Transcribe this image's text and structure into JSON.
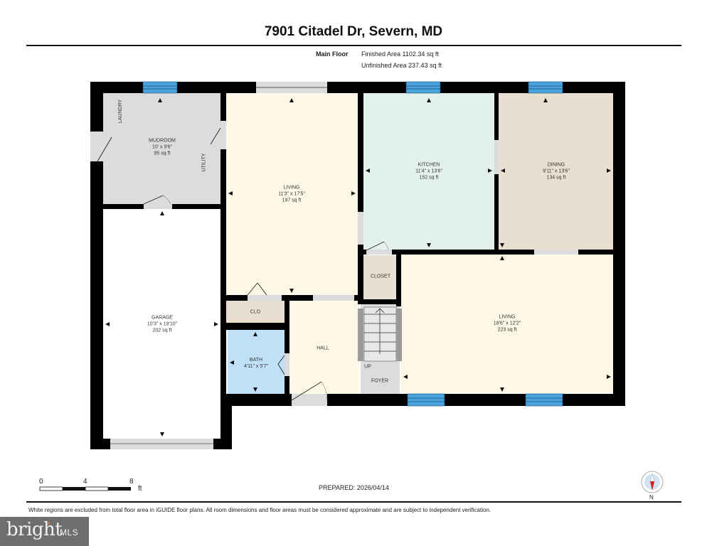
{
  "header": {
    "title": "7901 Citadel Dr, Severn, MD",
    "floor_name": "Main Floor",
    "finished_area": "Finished Area 1102.34 sq ft",
    "unfinished_area": "Unfinished Area 237.43 sq ft"
  },
  "rooms": [
    {
      "name": "MUDROOM",
      "dims": "10' x 9'6\"",
      "area": "95 sq ft",
      "color": "#dcdcdc"
    },
    {
      "name": "LIVING",
      "dims": "11'3\" x 17'5\"",
      "area": "197 sq ft",
      "color": "#fdf8e5"
    },
    {
      "name": "KITCHEN",
      "dims": "11'4\" x 13'6\"",
      "area": "152 sq ft",
      "color": "#e3f1ec"
    },
    {
      "name": "DINING",
      "dims": "9'11\" x 13'6\"",
      "area": "134 sq ft",
      "color": "#e9dfd0"
    },
    {
      "name": "GARAGE",
      "dims": "10'3\" x 19'10\"",
      "area": "202 sq ft",
      "color": "#ffffff"
    },
    {
      "name": "LIVING",
      "dims": "18'6\" x 12'2\"",
      "area": "223 sq ft",
      "color": "#fdf8e5"
    },
    {
      "name": "BATH",
      "dims": "4'11\" x 5'7\"",
      "color": "#bfe0f7"
    },
    {
      "name": "CLO",
      "color": "#e9dfd0"
    },
    {
      "name": "CLOSET",
      "color": "#e9dfd0"
    },
    {
      "name": "HALL",
      "color": "#fdf8e5"
    },
    {
      "name": "FOYER",
      "color": "#dcdcdc"
    }
  ],
  "annotations": {
    "laundry": "LAUNDRY",
    "utility": "UTILITY",
    "stairs_up": "UP"
  },
  "colors": {
    "wall": "#000000",
    "window": "#4aa3dd",
    "opening": "#dcdcdc"
  },
  "scale_bar": {
    "ticks": [
      "0",
      "4",
      "8"
    ],
    "unit": "ft"
  },
  "prepared": "PREPARED: 2026/04/14",
  "compass": {
    "label": "N"
  },
  "footer": {
    "disclaimer": "White regions are excluded from total floor area in iGUIDE floor plans. All room dimensions and floor areas must be considered approximate and are subject to independent verification.",
    "logo_main": "bright",
    "logo_sub": "MLS"
  }
}
